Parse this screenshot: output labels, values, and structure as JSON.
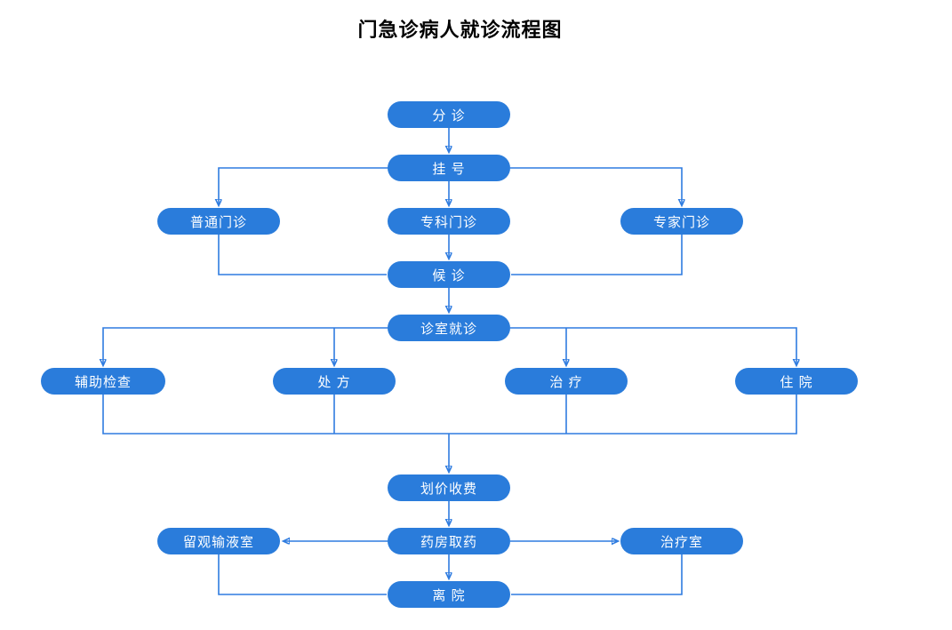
{
  "title": "门急诊病人就诊流程图",
  "colors": {
    "node_fill": "#2A7CDB",
    "connector": "#2F7CE0",
    "node_text": "#FFFFFF",
    "title_text": "#000000",
    "background": "#FFFFFF"
  },
  "flowchart": {
    "nodes": [
      {
        "id": "triage",
        "label": "分 诊"
      },
      {
        "id": "registration",
        "label": "挂 号"
      },
      {
        "id": "general-clinic",
        "label": "普通门诊"
      },
      {
        "id": "specialist-clinic",
        "label": "专科门诊"
      },
      {
        "id": "expert-clinic",
        "label": "专家门诊"
      },
      {
        "id": "waiting",
        "label": "候 诊"
      },
      {
        "id": "consulting-room",
        "label": "诊室就诊"
      },
      {
        "id": "auxiliary-exam",
        "label": "辅助检查"
      },
      {
        "id": "prescription",
        "label": "处 方"
      },
      {
        "id": "treatment",
        "label": "治 疗"
      },
      {
        "id": "hospitalization",
        "label": "住 院"
      },
      {
        "id": "pricing-payment",
        "label": "划价收费"
      },
      {
        "id": "observation-infusion-room",
        "label": "留观输液室"
      },
      {
        "id": "pharmacy",
        "label": "药房取药"
      },
      {
        "id": "treatment-room",
        "label": "治疗室"
      },
      {
        "id": "discharge",
        "label": "离 院"
      }
    ],
    "edges": [
      {
        "from": "分 诊",
        "to": "挂 号",
        "arrow": true
      },
      {
        "from": "挂 号",
        "to": "普通门诊",
        "arrow": true
      },
      {
        "from": "挂 号",
        "to": "专科门诊",
        "arrow": true
      },
      {
        "from": "挂 号",
        "to": "专家门诊",
        "arrow": true
      },
      {
        "from": "普通门诊",
        "to": "候 诊",
        "arrow": false
      },
      {
        "from": "专科门诊",
        "to": "候 诊",
        "arrow": true
      },
      {
        "from": "专家门诊",
        "to": "候 诊",
        "arrow": false
      },
      {
        "from": "候 诊",
        "to": "诊室就诊",
        "arrow": true
      },
      {
        "from": "诊室就诊",
        "to": "辅助检查",
        "arrow": true
      },
      {
        "from": "诊室就诊",
        "to": "处 方",
        "arrow": true
      },
      {
        "from": "诊室就诊",
        "to": "治 疗",
        "arrow": true
      },
      {
        "from": "诊室就诊",
        "to": "住 院",
        "arrow": true
      },
      {
        "from": "辅助检查",
        "to": "划价收费",
        "arrow": true
      },
      {
        "from": "处 方",
        "to": "划价收费",
        "arrow": true
      },
      {
        "from": "治 疗",
        "to": "划价收费",
        "arrow": true
      },
      {
        "from": "住 院",
        "to": "划价收费",
        "arrow": true
      },
      {
        "from": "划价收费",
        "to": "药房取药",
        "arrow": true
      },
      {
        "from": "药房取药",
        "to": "留观输液室",
        "arrow": true
      },
      {
        "from": "药房取药",
        "to": "治疗室",
        "arrow": true
      },
      {
        "from": "药房取药",
        "to": "离 院",
        "arrow": true
      },
      {
        "from": "留观输液室",
        "to": "离 院",
        "arrow": false
      },
      {
        "from": "治疗室",
        "to": "离 院",
        "arrow": false
      }
    ]
  }
}
